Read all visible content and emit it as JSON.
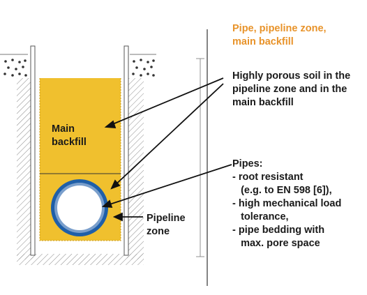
{
  "title_lines": [
    "Pipe, pipeline zone,",
    "main backfill"
  ],
  "soil_label_lines": [
    "Highly porous soil in the",
    "pipeline zone and in the",
    "main backfill"
  ],
  "main_backfill_lines": [
    "Main",
    "backfill"
  ],
  "pipeline_zone_lines": [
    "Pipeline",
    "zone"
  ],
  "pipes_heading": "Pipes:",
  "pipes_items": [
    [
      "-  root resistant",
      "   (e.g. to EN 598 [6]),"
    ],
    [
      "-  high mechanical load",
      "   tolerance,"
    ],
    [
      "-  pipe bedding with",
      "   max. pore space"
    ]
  ],
  "colors": {
    "title": "#e8932a",
    "backfill": "#f0c02e",
    "pipe_outer": "#1f5fa8",
    "pipe_inner": "#ffffff",
    "wall": "#d8d8d8",
    "text": "#1a1a1a"
  },
  "icons": {
    "ground_texture": "dotted-gravel",
    "trench_wall": "hatched-soil"
  }
}
